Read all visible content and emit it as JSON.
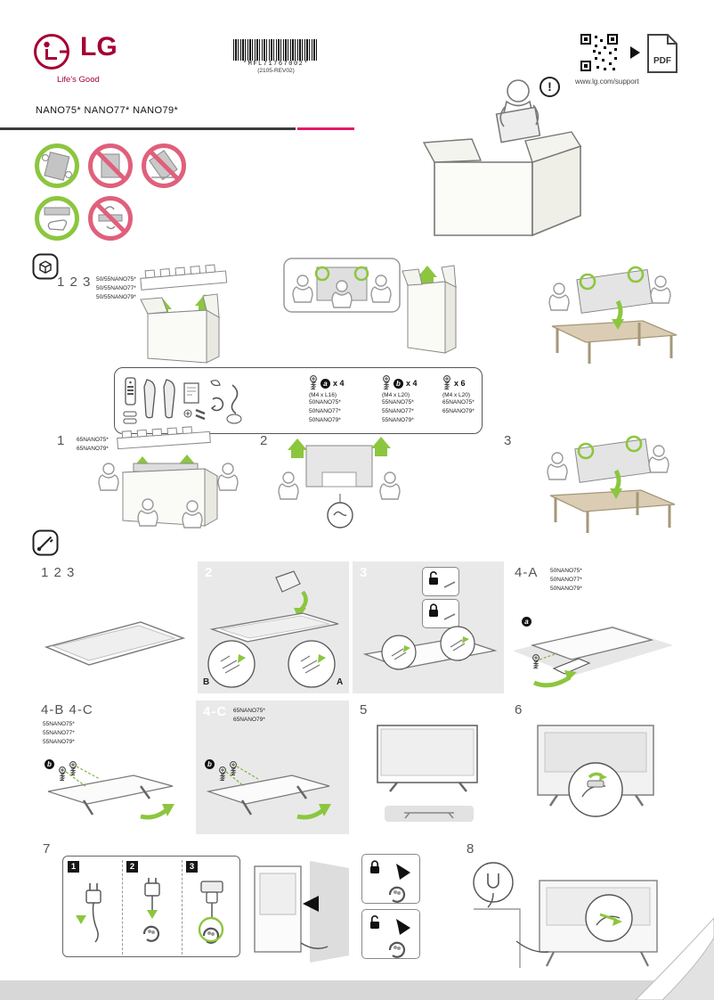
{
  "colors": {
    "brand": "#A50034",
    "accent_green": "#8CC63F",
    "prohibit_pink": "#E0607C",
    "divider_pink": "#E6186B",
    "panel_gray": "#E9E9E9"
  },
  "icons": {
    "alert": "!",
    "arrow_right": "play-triangle"
  },
  "header": {
    "brand": "LG",
    "tagline": "Life's Good",
    "barcode_text": "*MFL71767002*",
    "barcode_rev": "(2105-REV02)",
    "support_url": "www.lg.com/support",
    "pdf_label": "PDF"
  },
  "models_line": "NANO75* NANO77* NANO79*",
  "unbox": {
    "group_steps_label": "1 2 3",
    "group_models": [
      "50/55NANO75*",
      "50/55NANO77*",
      "50/55NANO79*"
    ],
    "step1_label": "1",
    "step1_models": [
      "65NANO75*",
      "65NANO79*"
    ],
    "step2_label": "2",
    "step3_label": "3"
  },
  "parts": {
    "screw_a": {
      "badge": "a",
      "qty": "x 4",
      "size": "(M4 x L16)",
      "models": [
        "50NANO75*",
        "50NANO77*",
        "50NANO79*"
      ]
    },
    "screw_b": {
      "badge": "b",
      "qty": "x 4",
      "size": "(M4 x L20)",
      "models": [
        "55NANO75*",
        "55NANO77*",
        "55NANO79*"
      ]
    },
    "screw_6": {
      "qty": "x 6",
      "size": "(M4 x L20)",
      "models": [
        "65NANO75*",
        "65NANO79*"
      ]
    }
  },
  "assembly": {
    "s123": {
      "label": "1 2 3"
    },
    "s2": {
      "label": "2",
      "callout_left": "B",
      "callout_right": "A"
    },
    "s3": {
      "label": "3"
    },
    "s4a": {
      "label": "4-A",
      "badge": "a",
      "models": [
        "50NANO75*",
        "50NANO77*",
        "50NANO79*"
      ]
    },
    "s4bc": {
      "label": "4-B 4-C",
      "badge": "b",
      "models": [
        "55NANO75*",
        "55NANO77*",
        "55NANO79*"
      ]
    },
    "s4c": {
      "label": "4-C",
      "badge": "b",
      "models": [
        "65NANO75*",
        "65NANO79*"
      ]
    },
    "s5": {
      "label": "5"
    },
    "s6": {
      "label": "6"
    },
    "s7": {
      "label": "7",
      "substeps": [
        "1",
        "2",
        "3"
      ]
    },
    "s8": {
      "label": "8"
    }
  }
}
